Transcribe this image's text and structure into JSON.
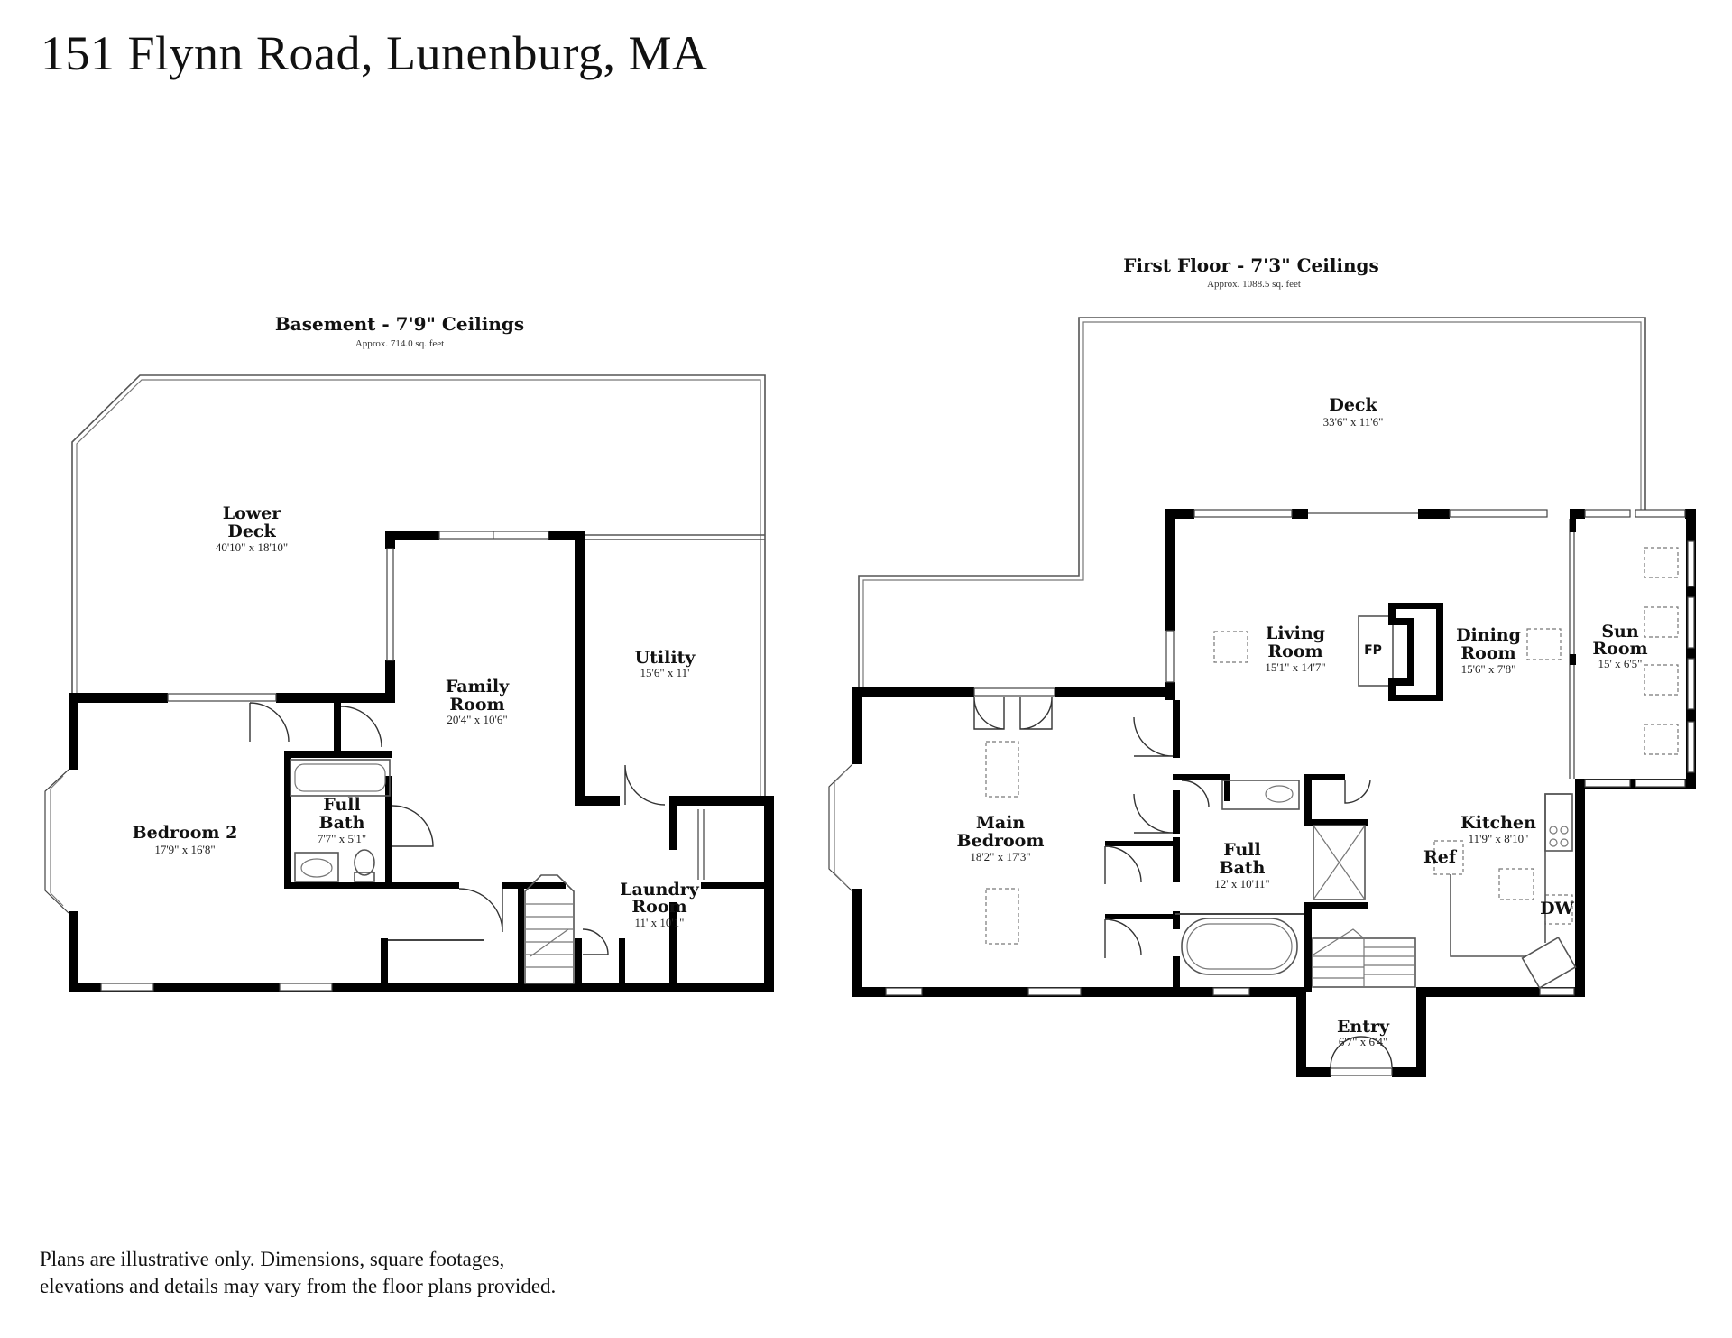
{
  "title": "151 Flynn Road, Lunenburg, MA",
  "disclaimer": [
    "Plans are illustrative only. Dimensions, square footages,",
    "elevations and details may vary from the floor plans provided."
  ],
  "basement": {
    "title": "Basement - 7'9\" Ceilings",
    "area": "Approx. 714.0 sq. feet",
    "rooms": {
      "lower_deck": {
        "name": [
          "Lower",
          "Deck"
        ],
        "dim": "40'10\" x 18'10\""
      },
      "family_room": {
        "name": [
          "Family",
          "Room"
        ],
        "dim": "20'4\" x 10'6\""
      },
      "utility": {
        "name": [
          "Utility"
        ],
        "dim": "15'6\" x 11'"
      },
      "bedroom2": {
        "name": [
          "Bedroom 2"
        ],
        "dim": "17'9\" x 16'8\""
      },
      "full_bath": {
        "name": [
          "Full",
          "Bath"
        ],
        "dim": "7'7\" x 5'1\""
      },
      "laundry": {
        "name": [
          "Laundry",
          "Room"
        ],
        "dim": "11' x 10'1\""
      }
    }
  },
  "first_floor": {
    "title": "First Floor - 7'3\" Ceilings",
    "area": "Approx. 1088.5 sq. feet",
    "rooms": {
      "deck": {
        "name": [
          "Deck"
        ],
        "dim": "33'6\" x 11'6\""
      },
      "living": {
        "name": [
          "Living",
          "Room"
        ],
        "dim": "15'1\" x 14'7\""
      },
      "dining": {
        "name": [
          "Dining",
          "Room"
        ],
        "dim": "15'6\" x 7'8\""
      },
      "sun": {
        "name": [
          "Sun",
          "Room"
        ],
        "dim": "15' x 6'5\""
      },
      "main_bedroom": {
        "name": [
          "Main",
          "Bedroom"
        ],
        "dim": "18'2\" x 17'3\""
      },
      "full_bath": {
        "name": [
          "Full",
          "Bath"
        ],
        "dim": "12' x 10'11\""
      },
      "kitchen": {
        "name": [
          "Kitchen"
        ],
        "dim": "11'9\" x 8'10\""
      },
      "entry": {
        "name": [
          "Entry"
        ],
        "dim": "6'7\" x 6'4\""
      }
    },
    "labels": {
      "fp": "FP",
      "ref": "Ref",
      "dw": "DW"
    }
  }
}
